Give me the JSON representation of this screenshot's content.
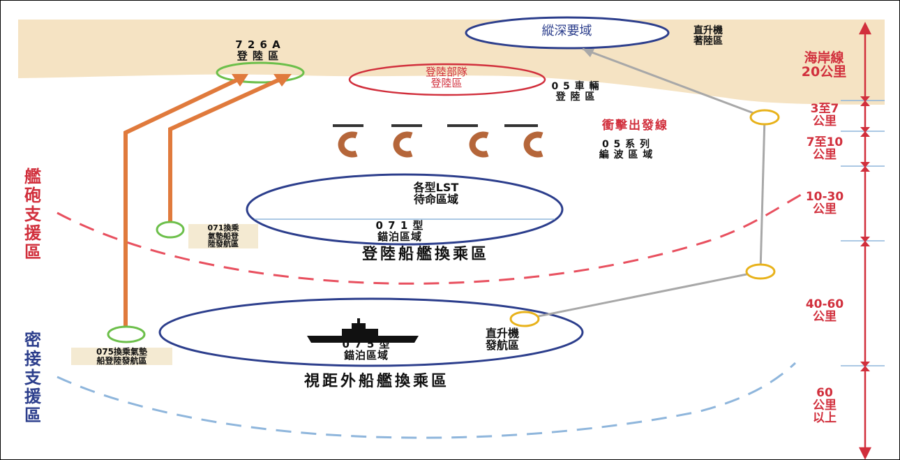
{
  "shore": {
    "deep_zone": "縱深要域",
    "helicopter_landing": "直升機\n著陸區",
    "landing_726a": "7 2 6 A\n登 陸 區",
    "troop_landing": "登陸部隊\n登陸區",
    "vehicle_landing": "0 5 車 輛\n登 陸 區"
  },
  "near_shore": {
    "assault_line": "衝擊出發線",
    "wave_area": "0 5 系 列\n編 波 區 域"
  },
  "transfer_zone": {
    "lst_waiting": "各型LST\n待命區域",
    "type071_anchor": "0 7 1 型\n錨泊區域",
    "title": "登陸船艦換乘區",
    "lcac_071": "071換乘\n氣墊船登\n陸發航區"
  },
  "otc_zone": {
    "type075_anchor": "0 7 5 型\n錨泊區域",
    "heli_launch": "直升機\n發航區",
    "title": "視距外船艦換乘區",
    "lcac_075": "075換乘氣墊\n船登陸發航區"
  },
  "support": {
    "naval_gunfire": "艦\n砲\n支\n援\n區",
    "close_support": "密\n接\n支\n援\n區"
  },
  "distances": {
    "coastline": "海岸線\n20公里",
    "d1": "3至7\n公里",
    "d2": "7至10\n公里",
    "d3": "10-30\n公里",
    "d4": "40-60\n公里",
    "d5": "60\n公里\n以上"
  },
  "colors": {
    "land": "#f5e3c3",
    "orange_arrow": "#e07a3c",
    "green_ring": "#6cbf4a",
    "yellow_ring": "#e8b21a",
    "navy": "#2c3e8c",
    "red": "#d12f3c",
    "pink_dash": "#e8505f",
    "blue_dash": "#8fb6dc",
    "gray_line": "#a8a8a8",
    "brown_craft": "#b5663a"
  }
}
